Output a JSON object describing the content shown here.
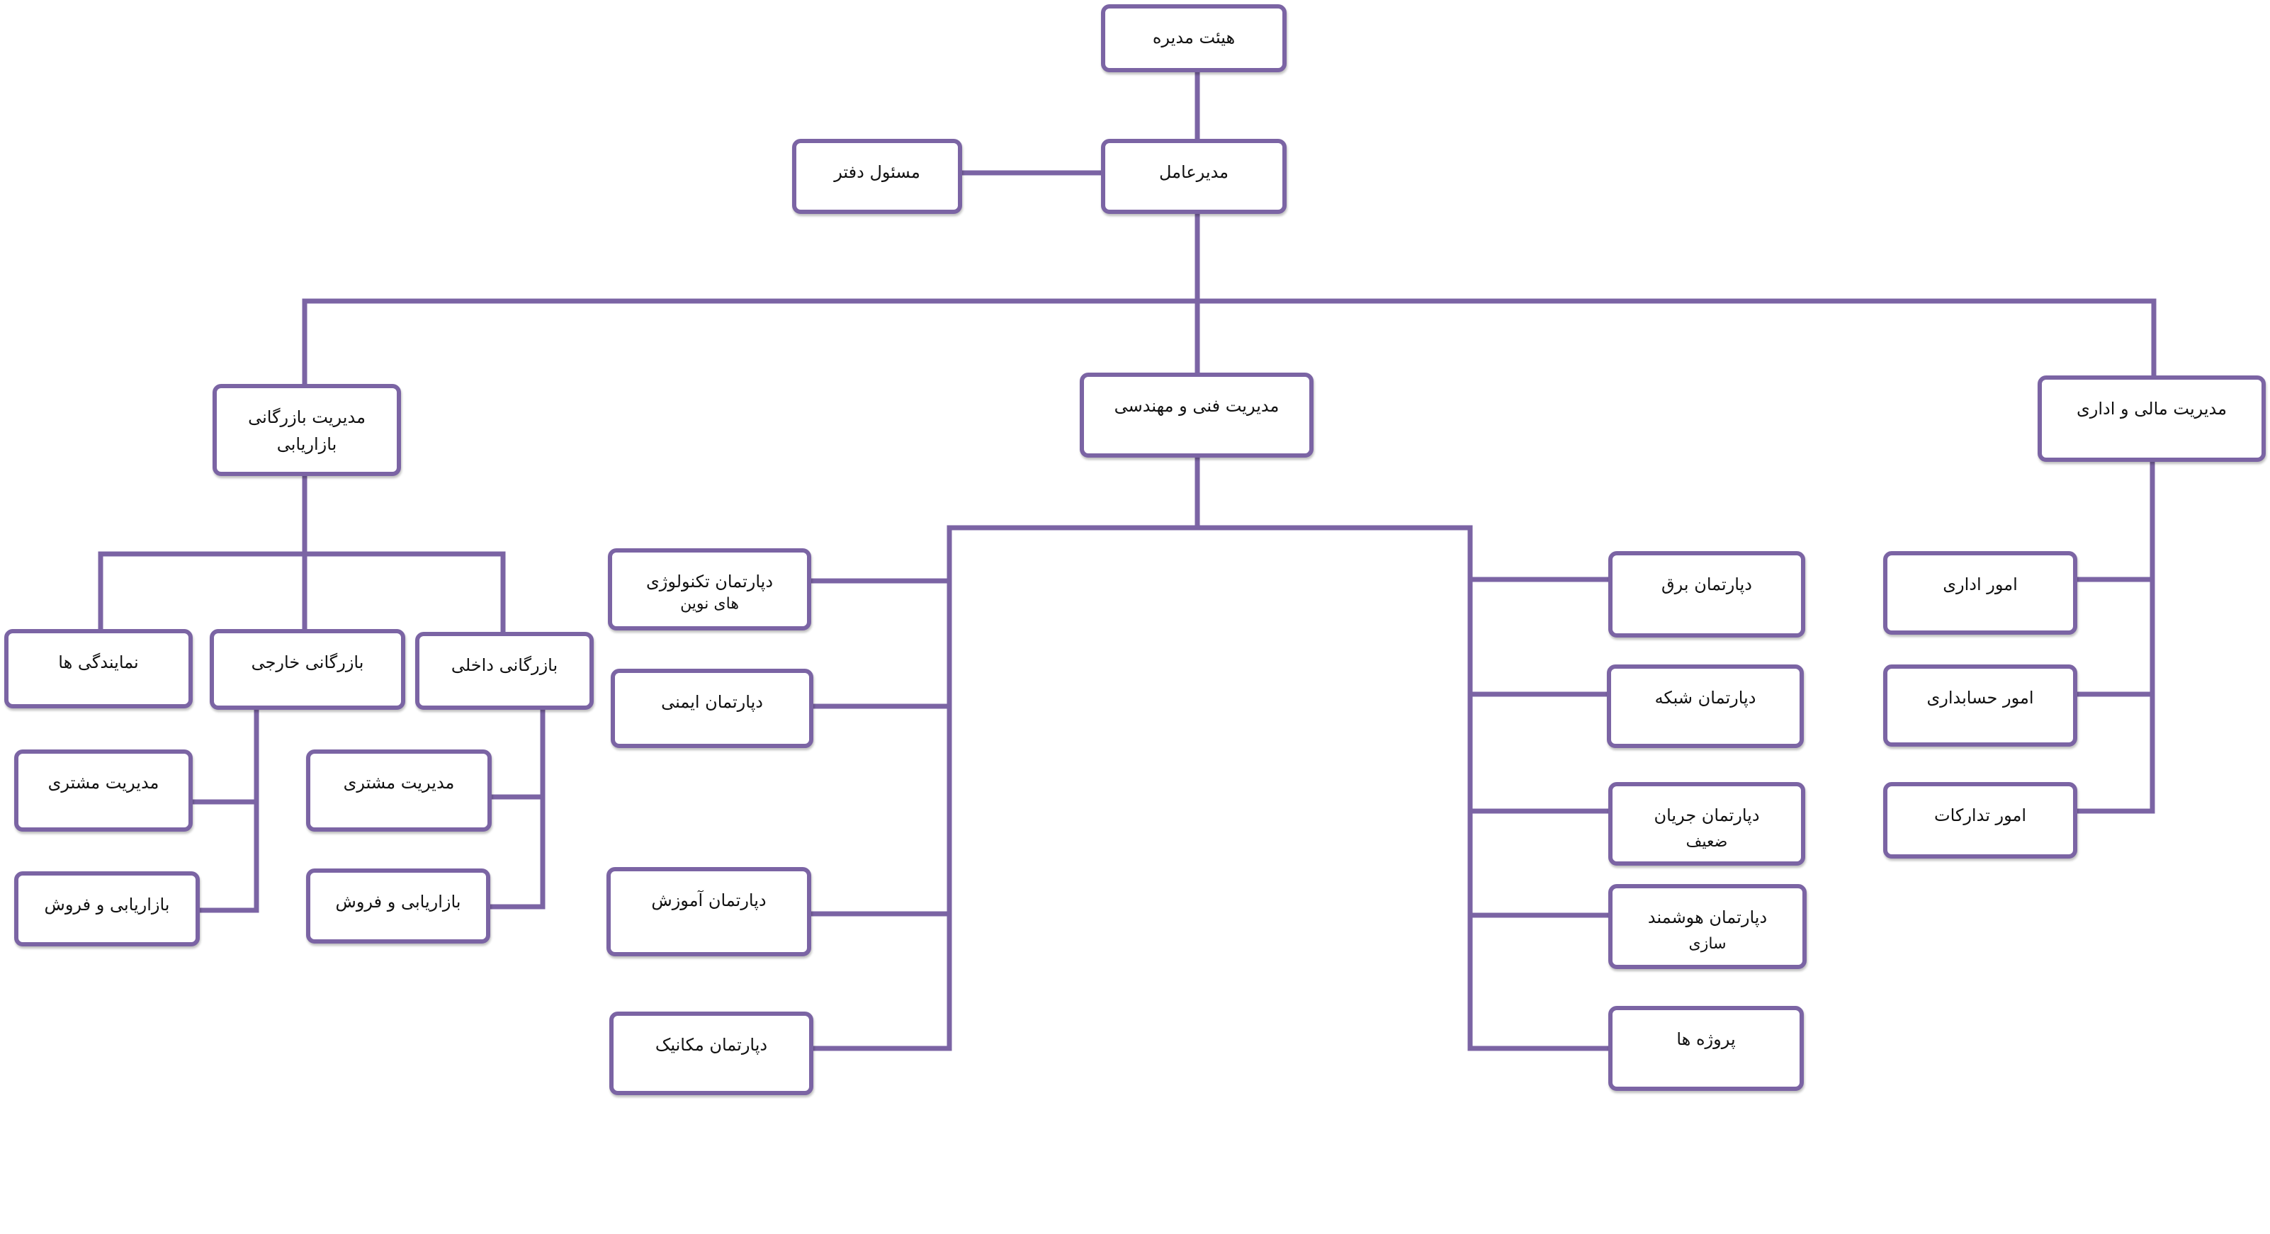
{
  "colors": {
    "line": "#7b64a4",
    "border": "#7b64a4",
    "text": "#111111",
    "background": "#ffffff"
  },
  "nodes": {
    "board": "هیئت مدیره",
    "ceo": "مدیرعامل",
    "office": "مسئول دفتر",
    "marketing": [
      "مدیریت بازرگانی",
      "بازاریابی"
    ],
    "technical": "مدیریت فنی و مهندسی",
    "finance": "مدیریت مالی و اداری",
    "agencies": "نمایندگی ها",
    "foreign_trade": "بازرگانی خارجی",
    "domestic_trade": "بازرگانی داخلی",
    "foreign_customer": "مدیریت مشتری",
    "foreign_sales": "بازاریابی و فروش",
    "domestic_customer": "مدیریت مشتری",
    "domestic_sales": "بازاریابی و فروش",
    "new_tech": [
      "دپارتمان تکنولوژی",
      "های نوین"
    ],
    "safety": "دپارتمان ایمنی",
    "training": "دپارتمان آموزش",
    "mechanic": "دپارتمان مکانیک",
    "electric": "دپارتمان برق",
    "network": "دپارتمان شبکه",
    "low_current": [
      "دپارتمان جریان",
      "ضعیف"
    ],
    "smart": [
      "دپارتمان هوشمند",
      "سازی"
    ],
    "projects": "پروژه ها",
    "admin_affairs": "امور اداری",
    "accounting": "امور حسابداری",
    "procurement": "امور تدارکات"
  }
}
